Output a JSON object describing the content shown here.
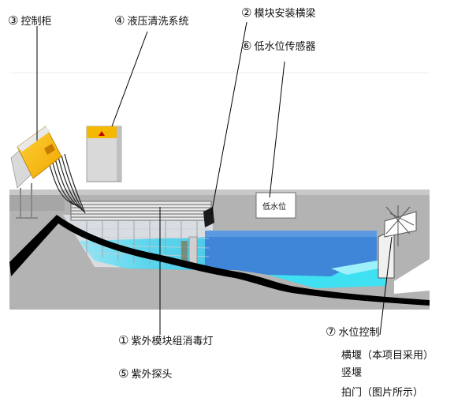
{
  "labels": {
    "control_cabinet": {
      "num": "③",
      "text": "控制柜"
    },
    "hydraulic_cleaning": {
      "num": "④",
      "text": "液压清洗系统"
    },
    "module_beam": {
      "num": "②",
      "text": "模块安装横梁"
    },
    "low_level_sensor": {
      "num": "⑥",
      "text": "低水位传感器"
    },
    "low_water_tag": "低水位",
    "uv_module": {
      "num": "①",
      "text": "紫外模块组消毒灯"
    },
    "uv_probe": {
      "num": "⑤",
      "text": "紫外探头"
    },
    "level_control": {
      "num": "⑦",
      "text": "水位控制"
    },
    "weir_horizontal": "横堰（本项目采用）",
    "weir_vertical": "竖堰",
    "flap_gate": "拍门（图片所示）"
  },
  "colors": {
    "channel_wall": "#b3b3b3",
    "water_deep": "#3f86d8",
    "water_light": "#38d8f0",
    "cabinet_yellow": "#f5b800",
    "cabinet_gray": "#d9d9d9",
    "ground_line": "#000000"
  }
}
